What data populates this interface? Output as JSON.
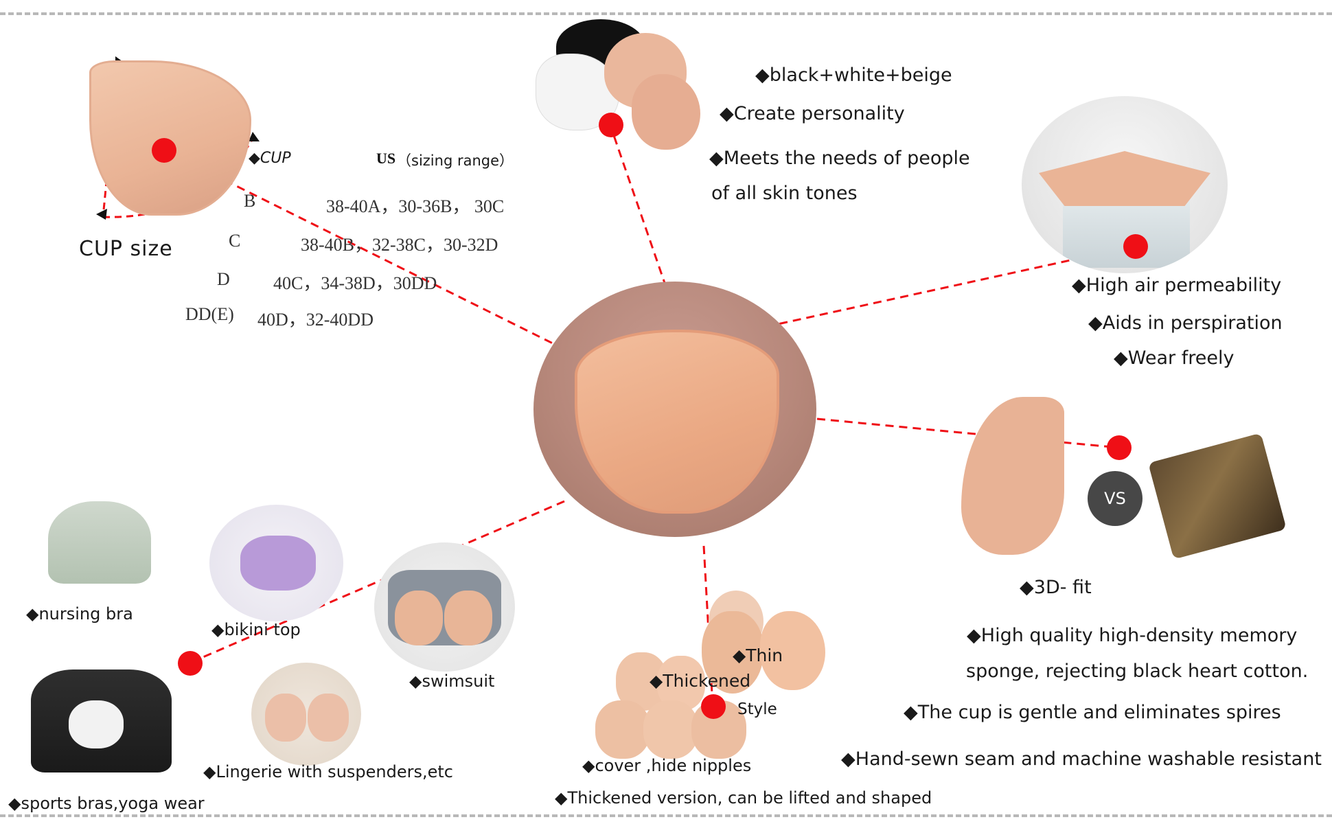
{
  "cup_section": {
    "title": "CUP size",
    "cup_header": "◆CUP",
    "us_header_bold": "US",
    "us_header_rest": "（sizing range）",
    "rows": [
      {
        "cup": "B",
        "range": "38-40A，30-36B， 30C"
      },
      {
        "cup": "C",
        "range": "38-40B，32-38C，30-32D"
      },
      {
        "cup": "D",
        "range": "40C，34-38D，30DD"
      },
      {
        "cup": "DD(E)",
        "range": "40D，32-40DD"
      }
    ]
  },
  "colors_section": {
    "items": [
      "◆black+white+beige",
      "◆Create personality",
      "◆Meets the needs of people",
      "of all skin tones"
    ]
  },
  "air_section": {
    "items": [
      "◆High air permeability",
      "◆Aids in perspiration",
      "◆Wear freely"
    ]
  },
  "fit_section": {
    "vs_label": "VS",
    "title": "◆3D- fit",
    "items": [
      "◆High quality high-density memory",
      "sponge, rejecting black heart cotton.",
      "◆The cup is gentle and eliminates spires",
      "◆Hand-sewn seam and machine washable resistant"
    ]
  },
  "style_section": {
    "thin": "◆Thin",
    "thickened": "◆Thickened",
    "style": "Style",
    "cover": "◆cover ,hide nipples",
    "version": "◆Thickened version, can be lifted and shaped"
  },
  "uses_section": {
    "nursing": "◆nursing bra",
    "bikini": "◆bikini top",
    "swimsuit": "◆swimsuit",
    "lingerie": "◆Lingerie with suspenders,etc",
    "sports": "◆sports bras,yoga wear"
  },
  "colors": {
    "accent_red": "#ef0f16",
    "skin": "#e9b395",
    "vs_bg": "#474747"
  }
}
